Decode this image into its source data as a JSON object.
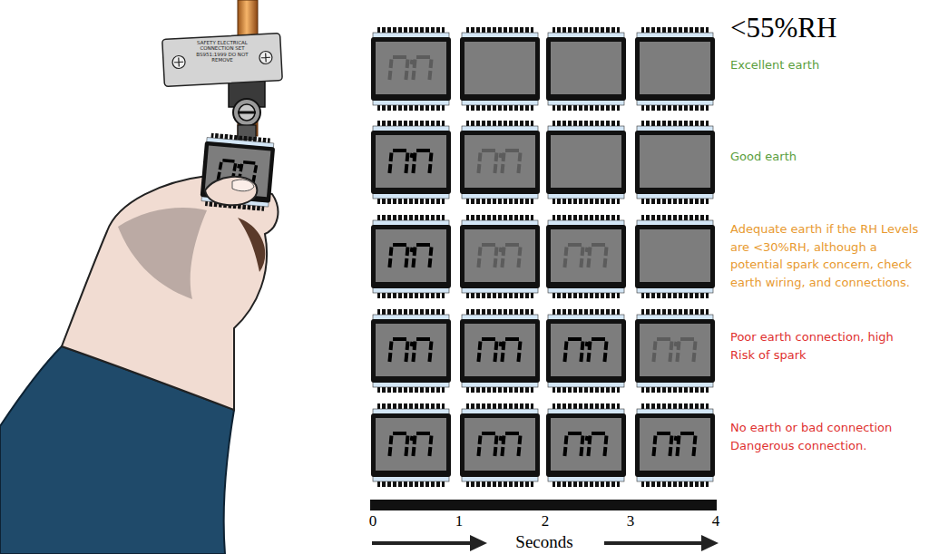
{
  "diagram": {
    "title": "<55%RH",
    "labels": [
      "SAFETY ELECTRICAL CONNECTION SET BS951:1999 DO NOT REMOVE",
      "Excellent earth",
      "Good earth",
      "Adequate earth if the RH Levels are <30%RH, although a potential spark concern, check earth wiring, and connections.",
      "Poor earth connection, high Risk of spark",
      "No earth or bad connection Dangerous connection.",
      "0",
      "1",
      "2",
      "3",
      "4",
      "Seconds"
    ]
  }
}
